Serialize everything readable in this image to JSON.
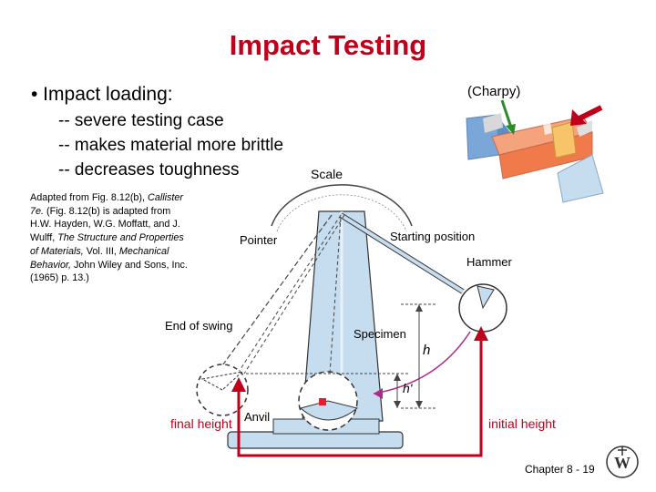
{
  "slide": {
    "title": "Impact Testing",
    "bullet": "• Impact loading:",
    "sub_bullets": [
      "-- severe testing case",
      "-- makes material more brittle",
      "-- decreases toughness"
    ],
    "charpy_label": "(Charpy)"
  },
  "caption": {
    "t1": "Adapted from Fig. 8.12(b),",
    "t2": "Callister 7e.",
    "t3": " (Fig. 8.12(b) is adapted from H.W. Hayden, W.G. Moffatt, and J. Wulff, ",
    "t4": "The Structure and Properties of Materials,",
    "t5": " Vol. III, ",
    "t6": "Mechanical Behavior,",
    "t7": " John Wiley and Sons, Inc. (1965) p. 13.)"
  },
  "diagram": {
    "labels": {
      "scale": "Scale",
      "pointer": "Pointer",
      "starting_position": "Starting position",
      "hammer": "Hammer",
      "end_of_swing": "End of swing",
      "specimen": "Specimen",
      "h": "h",
      "h_prime": "h'",
      "anvil": "Anvil"
    },
    "final_height": "final height",
    "initial_height": "initial height"
  },
  "footer": {
    "text": "Chapter 8 -  19"
  },
  "colors": {
    "title": "#c0001a",
    "annotation_red": "#c0001a",
    "machine_blue": "#c6dcef",
    "hammer_arc": "#b02a8c",
    "specimen_orange": "#f07a4a",
    "arrow_green": "#2b8a2b"
  }
}
